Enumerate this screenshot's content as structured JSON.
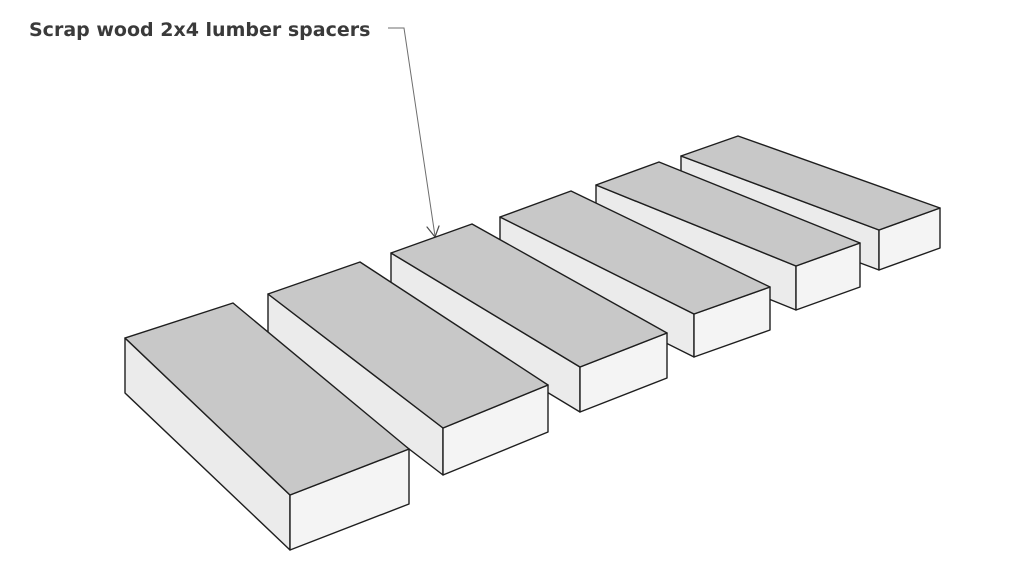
{
  "callout": {
    "label": "Scrap wood 2x4 lumber spacers"
  },
  "spacers": [
    {
      "name": "spacer-1"
    },
    {
      "name": "spacer-2"
    },
    {
      "name": "spacer-3"
    },
    {
      "name": "spacer-4"
    },
    {
      "name": "spacer-5"
    },
    {
      "name": "spacer-6"
    }
  ],
  "colors": {
    "background": "#ffffff",
    "top_face": "#c8c8c8",
    "side_face": "#ebebeb",
    "front_face": "#f4f4f4",
    "edge": "#1e1e1e",
    "label": "#3a3a3a"
  }
}
